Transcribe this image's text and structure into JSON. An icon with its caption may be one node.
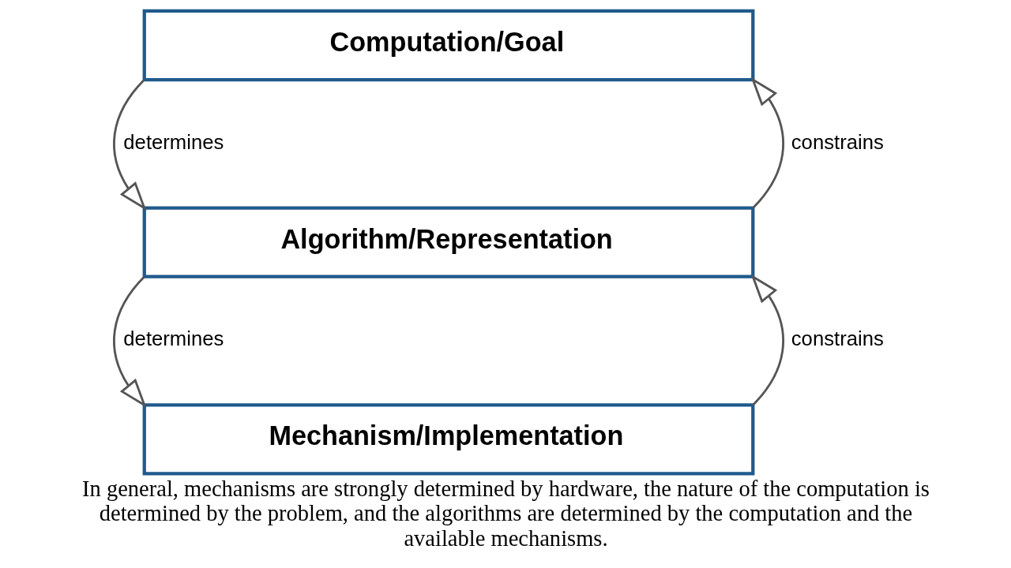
{
  "diagram": {
    "caption": "In general, mechanisms are strongly determined by hardware, the nature of the computation is determined by the problem, and the algorithms are determined by the computation and the available mechanisms.",
    "nodes": [
      {
        "text": [
          "Computation/Goal"
        ]
      },
      {
        "text": [
          "Algorithm/Representation"
        ]
      },
      {
        "text": [
          "Mechanism/Implementation"
        ]
      }
    ],
    "edges": [
      {
        "from": 0,
        "to": 1,
        "arrow": "to",
        "label": "determines"
      },
      {
        "from": 1,
        "to": 0,
        "arrow": "to",
        "label": "constrains"
      },
      {
        "from": 1,
        "to": 2,
        "arrow": "to",
        "label": "determines"
      },
      {
        "from": 2,
        "to": 1,
        "arrow": "to",
        "label": "constrains"
      }
    ]
  }
}
